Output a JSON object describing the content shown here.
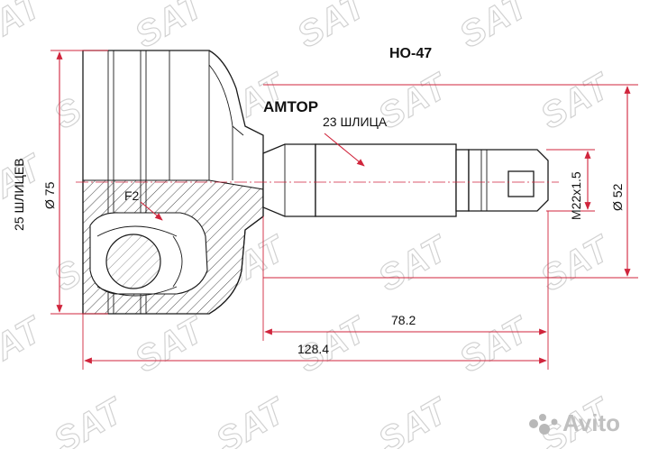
{
  "part_number": "HO-47",
  "brand_overlay": "AMTOP",
  "watermark_text": "SAT",
  "watermark_logo": "Avito",
  "annotations": {
    "outer_splines": "25 ШЛИЦЕВ",
    "outer_diameter": "Ø 75",
    "inner_splines": "23 ШЛИЦА",
    "section_mark": "F2",
    "thread": "M22x1.5",
    "seal_diameter": "Ø 52",
    "shaft_length": "78.2",
    "total_length": "128.4"
  },
  "colors": {
    "dimension_lines": "#d0253c",
    "outline": "#1a1a1a",
    "watermark": "#d2d2d2"
  }
}
